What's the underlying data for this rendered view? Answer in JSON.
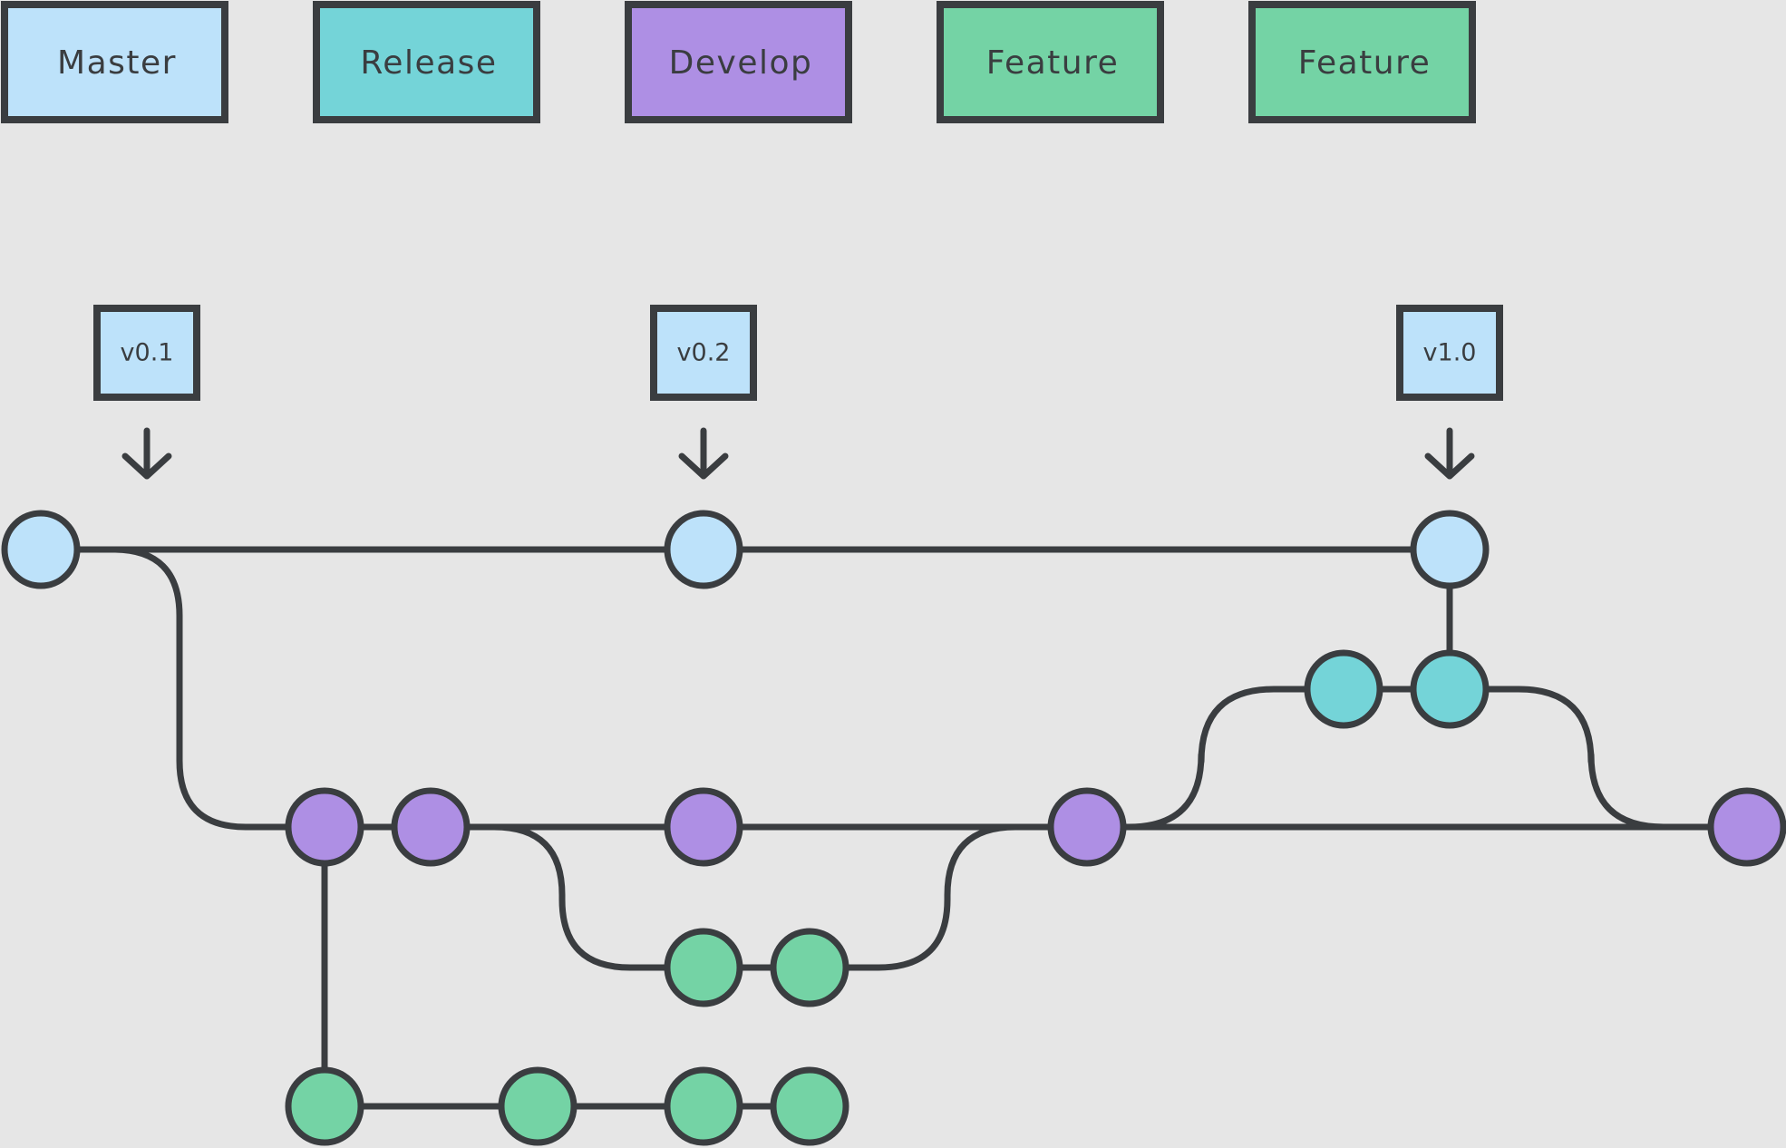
{
  "colors": {
    "background": "#e6e6e6",
    "stroke": "#3a3d40",
    "master": "#bde2fa",
    "release": "#74d4d8",
    "develop": "#ae8fe4",
    "feature": "#74d3a5"
  },
  "legend": [
    {
      "label": "Master",
      "branch": "master"
    },
    {
      "label": "Release",
      "branch": "release"
    },
    {
      "label": "Develop",
      "branch": "develop"
    },
    {
      "label": "Feature",
      "branch": "feature"
    },
    {
      "label": "Feature",
      "branch": "feature"
    }
  ],
  "tags": [
    {
      "label": "v0.1"
    },
    {
      "label": "v0.2"
    },
    {
      "label": "v1.0"
    }
  ],
  "icons": {
    "tag_pointer": "arrow-down-icon"
  }
}
